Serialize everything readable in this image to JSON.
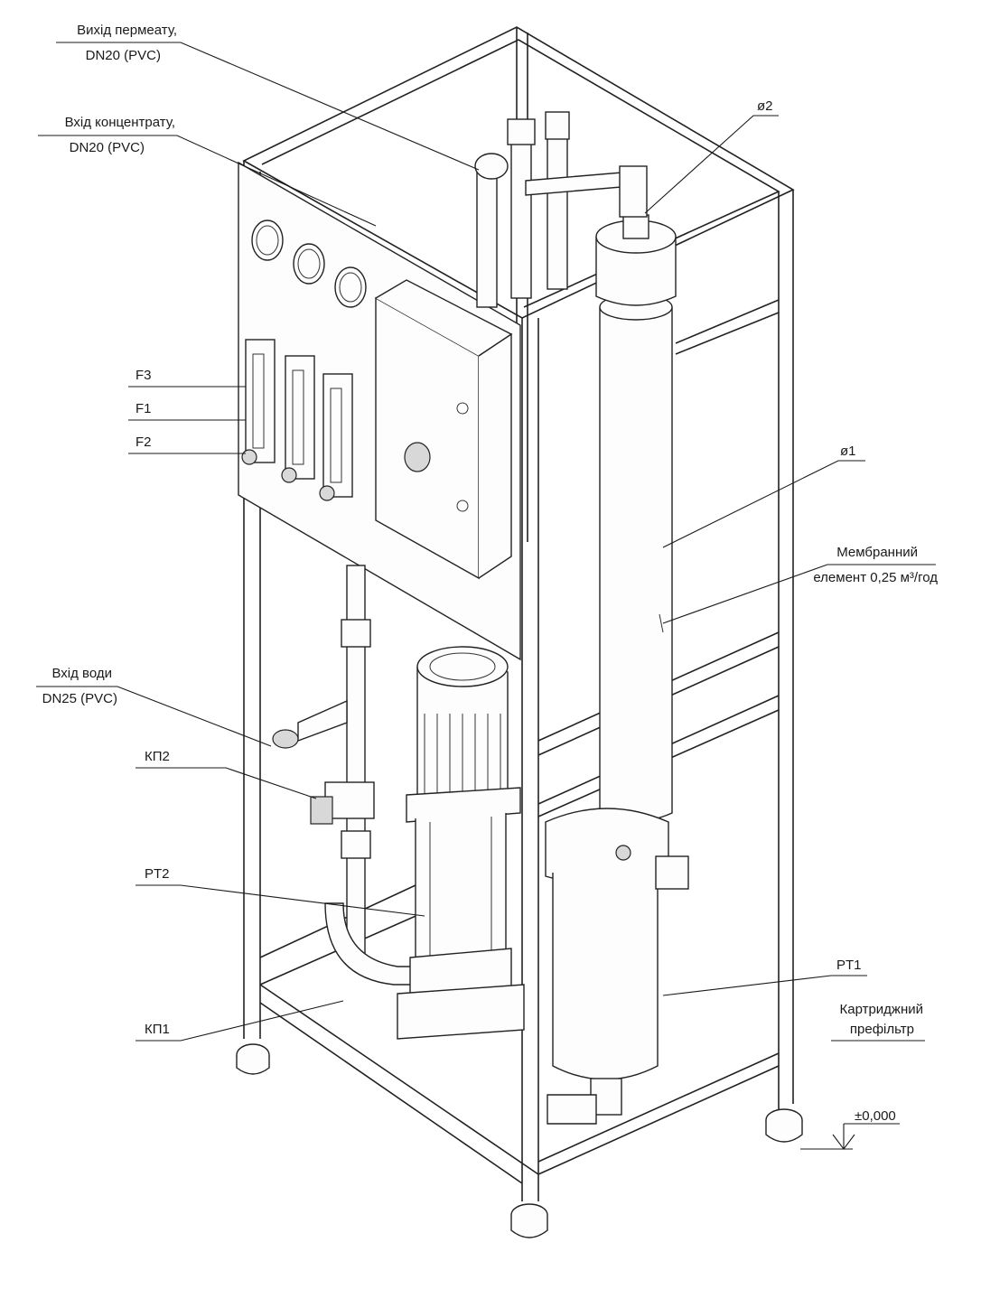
{
  "callouts": {
    "permeate_outlet": [
      "Вихід пермеату,",
      "DN20 (PVC)"
    ],
    "concentrate_inlet": [
      "Вхід концентрату,",
      "DN20 (PVC)"
    ],
    "water_inlet": [
      "Вхід води",
      "DN25 (PVC)"
    ],
    "f3": "F3",
    "f1": "F1",
    "f2": "F2",
    "kp2": "КП2",
    "pt2": "PT2",
    "kp1": "КП1",
    "o2": "ø2",
    "o1": "ø1",
    "membrane": [
      "Мембранний",
      "елемент 0,25 м³/год"
    ],
    "pt1": "PT1",
    "cartridge": [
      "Картриджний",
      "префільтр"
    ],
    "level": "±0,000"
  }
}
